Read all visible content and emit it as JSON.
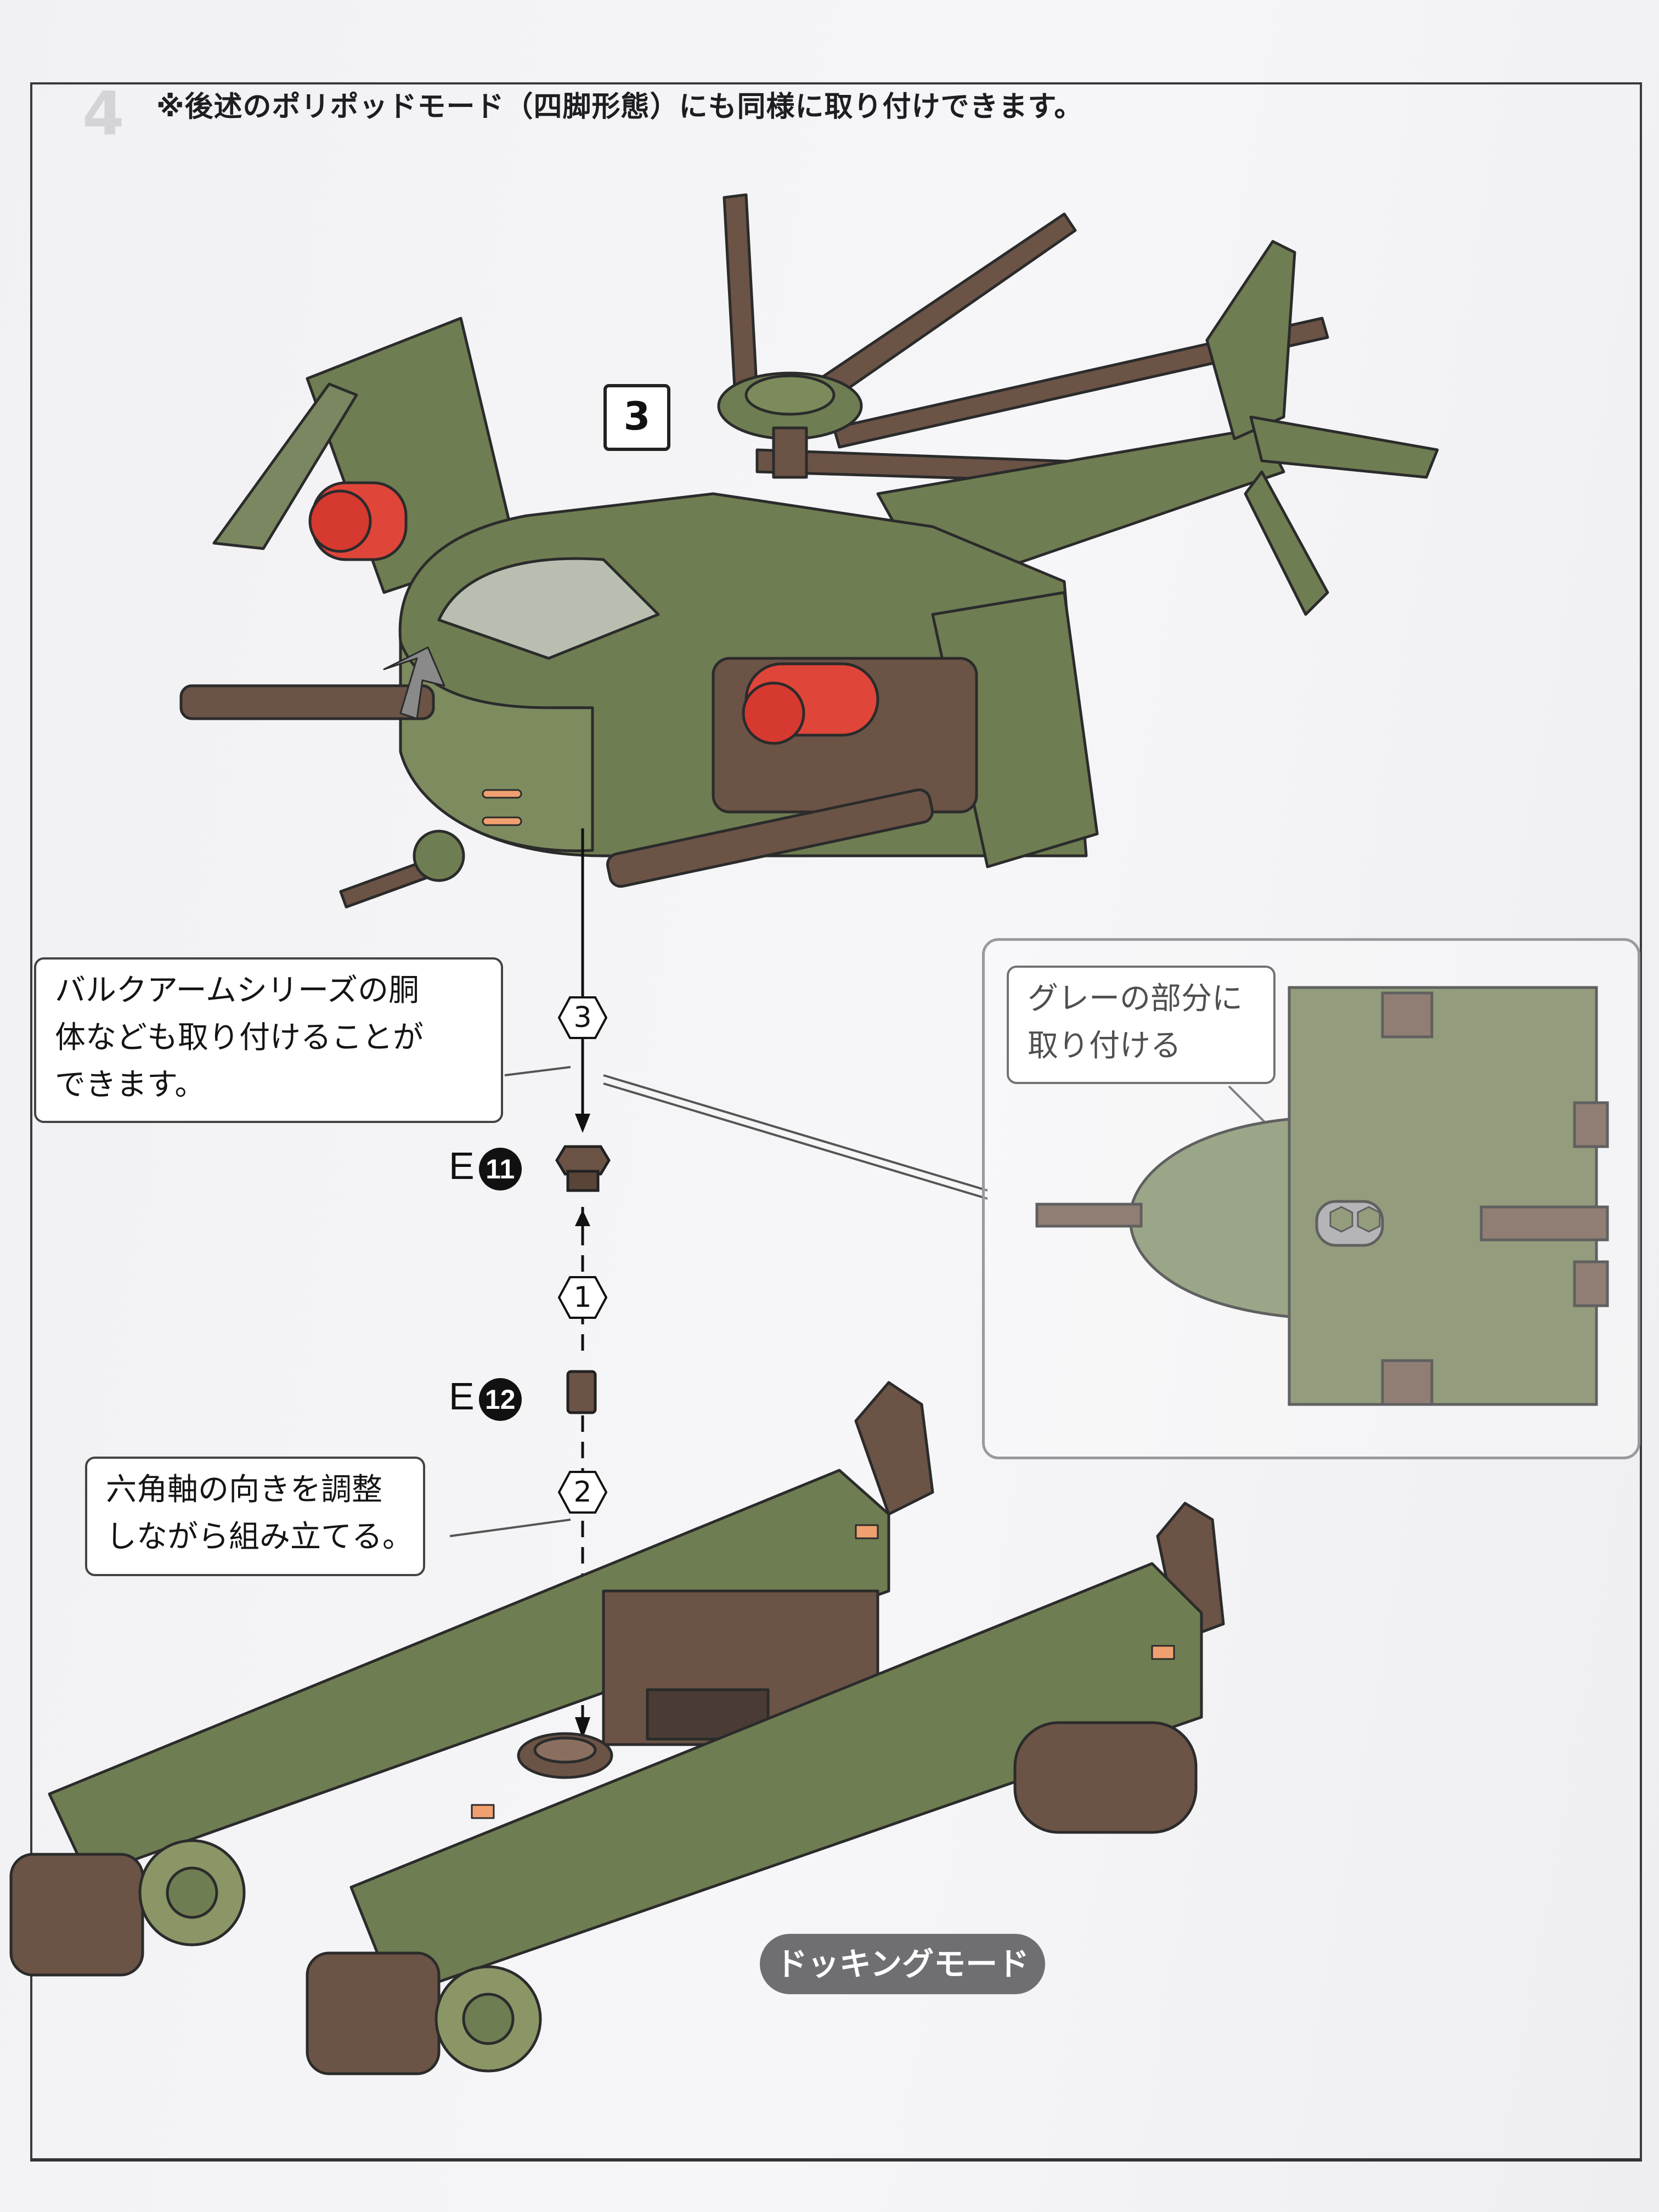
{
  "header": {
    "step_number": "4",
    "note": "※後述のポリポッドモード（四脚形態）にも同様に取り付けできます。"
  },
  "subassembly_label": "3",
  "callouts": {
    "bulk_arms": [
      "バルクアームシリーズの胴",
      "体なども取り付けることが",
      "できます。"
    ],
    "gray_part": [
      "グレーの部分に",
      "取り付ける"
    ],
    "hex_axis": [
      "六角軸の向きを調整",
      "しながら組み立てる。"
    ]
  },
  "parts": [
    {
      "runner": "E",
      "number": "11"
    },
    {
      "runner": "E",
      "number": "12"
    }
  ],
  "steps": [
    "3",
    "1",
    "2"
  ],
  "mode_label": "ドッキングモード",
  "colors": {
    "olive": "#6f7d52",
    "olive_dark": "#4f5a3a",
    "brown": "#6b5346",
    "red": "#e0453a",
    "outline": "#2b2b2b"
  }
}
